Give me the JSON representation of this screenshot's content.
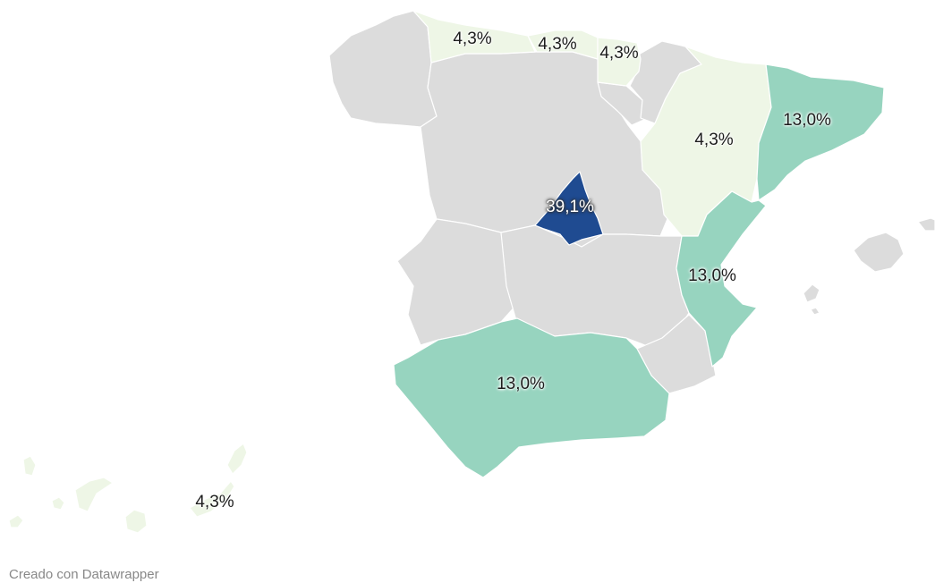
{
  "map": {
    "colors": {
      "other": "#dcdcdc",
      "low": "#eef6e6",
      "mid": "#97d4bf",
      "high": "#1f4b91"
    },
    "regions": [
      {
        "id": "galicia",
        "value": null
      },
      {
        "id": "castilla-leon",
        "value": null
      },
      {
        "id": "extremadura",
        "value": null
      },
      {
        "id": "castilla-la-mancha",
        "value": null
      },
      {
        "id": "la-rioja",
        "value": null
      },
      {
        "id": "navarra",
        "value": null
      },
      {
        "id": "murcia",
        "value": null
      },
      {
        "id": "baleares",
        "value": null
      },
      {
        "id": "asturias",
        "value": "4,3%"
      },
      {
        "id": "cantabria",
        "value": "4,3%"
      },
      {
        "id": "pais-vasco",
        "value": "4,3%"
      },
      {
        "id": "aragon",
        "value": "4,3%"
      },
      {
        "id": "catalunya",
        "value": "13,0%"
      },
      {
        "id": "madrid",
        "value": "39,1%"
      },
      {
        "id": "valencia",
        "value": "13,0%"
      },
      {
        "id": "andalucia",
        "value": "13,0%"
      },
      {
        "id": "canarias",
        "value": "4,3%"
      }
    ]
  },
  "credit": "Creado con Datawrapper"
}
